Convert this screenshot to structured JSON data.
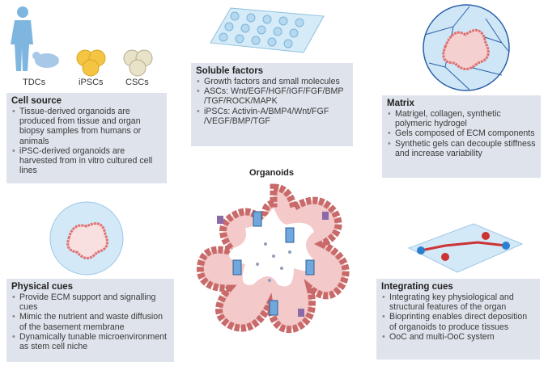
{
  "cell_types": [
    "TDCs",
    "iPSCs",
    "CSCs"
  ],
  "center_title": "Organoids",
  "boxes": {
    "cell_source": {
      "title": "Cell source",
      "items": [
        "Tissue-derived organoids are produced from tissue and organ biopsy samples from humans or animals",
        "iPSC-derived organoids are harvested from in vitro cultured cell lines"
      ]
    },
    "soluble": {
      "title": "Soluble factors",
      "items": [
        "Growth factors and small molecules",
        "ASCs: Wnt/EGF/HGF/IGF/FGF/BMP /TGF/ROCK/MAPK",
        "iPSCs: Activin-A/BMP4/Wnt/FGF /VEGF/BMP/TGF"
      ]
    },
    "matrix": {
      "title": "Matrix",
      "items": [
        "Matrigel, collagen, synthetic polymeric hydrogel",
        "Gels composed of ECM components",
        "Synthetic gels can decouple stiffness and increase variability"
      ]
    },
    "physical": {
      "title": "Physical cues",
      "items": [
        "Provide ECM support and signalling cues",
        "Mimic the nutrient and waste diffusion of the basement membrane",
        "Dynamically tunable microenvironment as stem cell niche"
      ]
    },
    "integrating": {
      "title": "Integrating cues",
      "items": [
        "Integrating key physiological and structural features of the organ",
        "Bioprinting enables direct deposition of organoids to produce tissues",
        "OoC and multi-OoC system"
      ]
    }
  }
}
